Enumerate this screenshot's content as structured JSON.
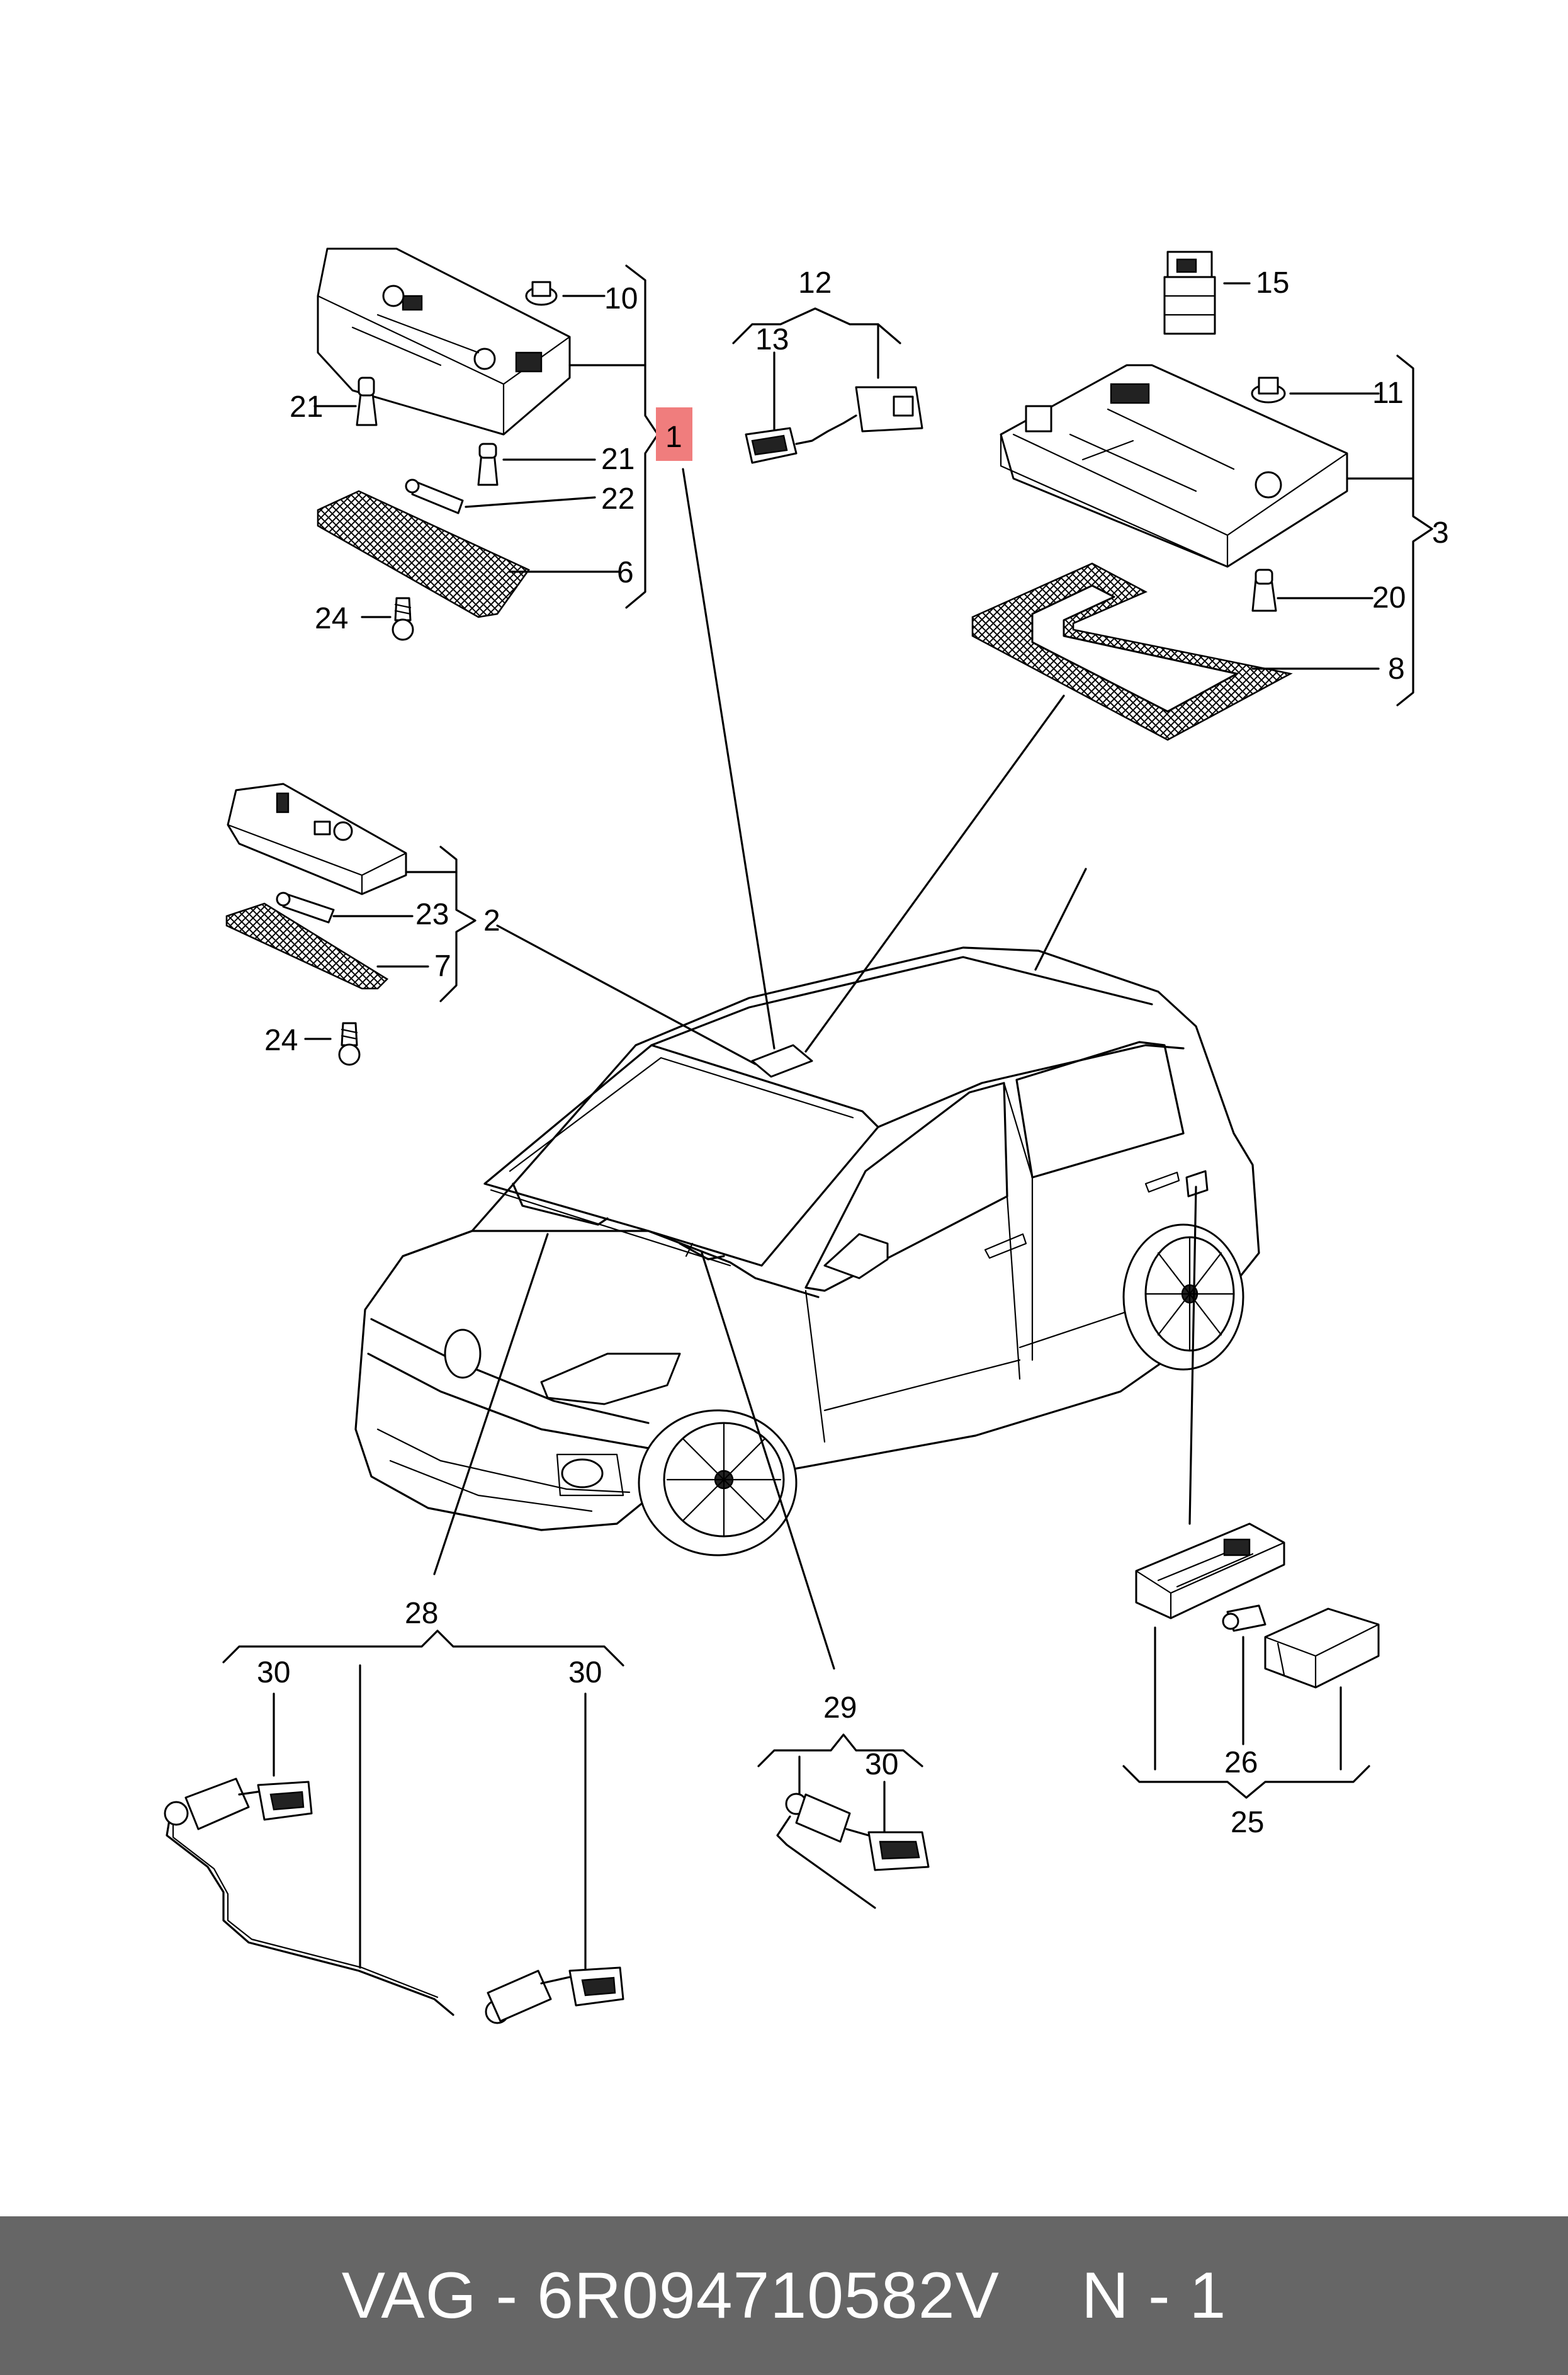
{
  "callouts": {
    "c1": "1",
    "c2": "2",
    "c3": "3",
    "c6": "6",
    "c7": "7",
    "c8": "8",
    "c10": "10",
    "c11": "11",
    "c12": "12",
    "c13": "13",
    "c15": "15",
    "c20": "20",
    "c21a": "21",
    "c21b": "21",
    "c22": "22",
    "c23": "23",
    "c24a": "24",
    "c24b": "24",
    "c25": "25",
    "c26": "26",
    "c28": "28",
    "c29": "29",
    "c30a": "30",
    "c30b": "30",
    "c30c": "30"
  },
  "highlight": {
    "callout": "1",
    "color": "#f07d7d"
  },
  "footer": {
    "brand": "VAG",
    "dash": "-",
    "part_number": "6R094710582V",
    "page": "N - 1",
    "background": "#666666"
  }
}
